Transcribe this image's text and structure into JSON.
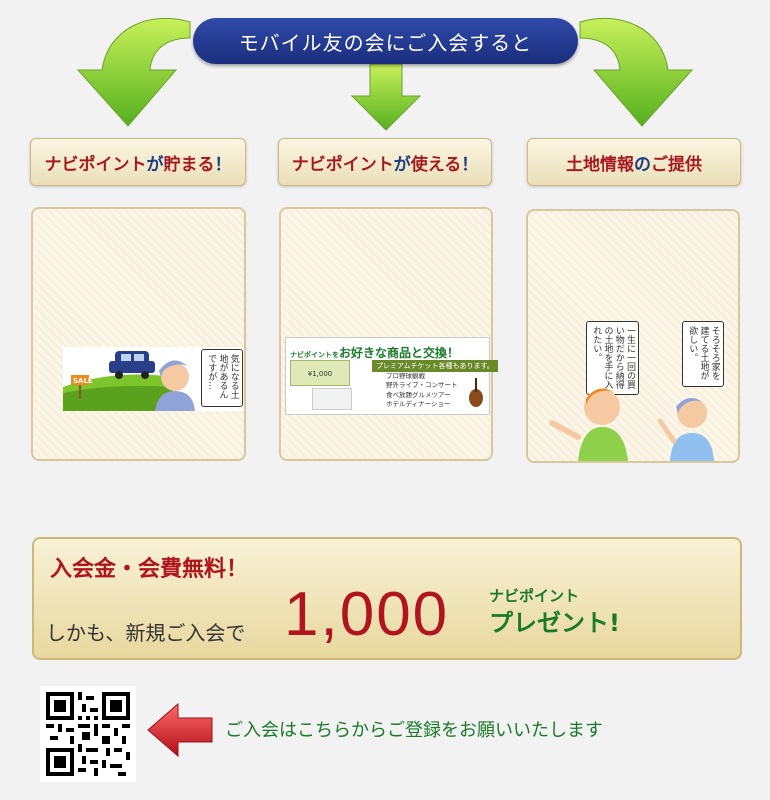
{
  "header": {
    "banner_text": "モバイル友の会にご入会すると"
  },
  "tabs": [
    {
      "text_red": "ナビポイント",
      "text_blue": "が",
      "text_red2": "貯まる",
      "text_blue2": "！"
    },
    {
      "text_red": "ナビポイント",
      "text_blue": "が",
      "text_red2": "使える",
      "text_blue2": "！"
    },
    {
      "text_red": "土地情報",
      "text_blue": "の",
      "text_red2": "ご提供",
      "text_blue2": ""
    }
  ],
  "panel1": {
    "sale_sign": "SALE",
    "speech": "気になる土地があるんですが…"
  },
  "panel2": {
    "headline_prefix": "ナビポイントを",
    "headline": "お好きな商品と交換！",
    "premium": "プレミアムチケット各種もあります。",
    "items": [
      "プロ野球観戦",
      "野外ライブ・コンサート",
      "食べ放題グルメツアー",
      "ホテルディナーショー"
    ],
    "gift_amount": "¥1,000"
  },
  "panel3": {
    "speech_left": "一生に一回の買い物だから納得の土地を手に入れたい。",
    "speech_right": "そろそろ家を建てる土地が欲しい。"
  },
  "promo": {
    "title": "入会金・会費無料！",
    "lead": "しかも、新規ご入会で",
    "amount": "1,000",
    "unit_top": "ナビポイント",
    "unit_bottom": "プレゼント!"
  },
  "cta": {
    "text": "ご入会はこちらからご登録をお願いいたします"
  },
  "colors": {
    "accent_red": "#b0151d",
    "accent_green": "#1a7a2a",
    "navy": "#1e3c86"
  }
}
